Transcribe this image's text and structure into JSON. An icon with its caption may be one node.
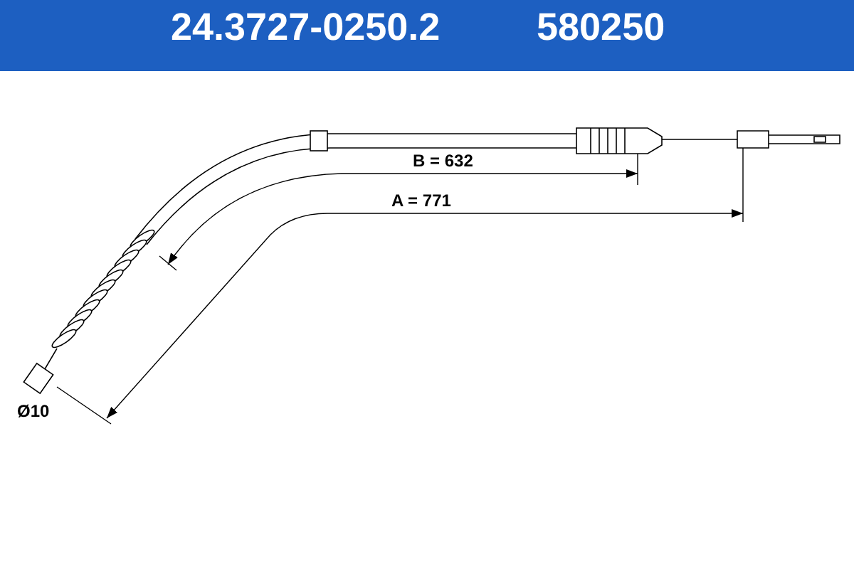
{
  "diagram": {
    "title": "24.3727-0250.2",
    "labels": [
      "580250",
      "B = 632",
      "A = 771",
      "Ø10"
    ]
  }
}
